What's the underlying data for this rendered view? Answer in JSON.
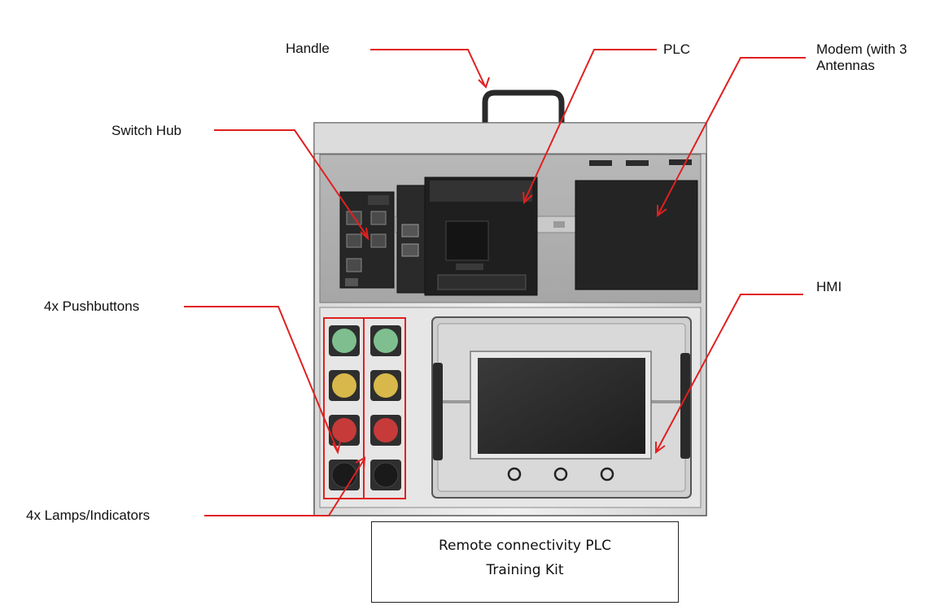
{
  "labels": {
    "handle": "Handle",
    "plc": "PLC",
    "modem_line1": "Modem (with 3",
    "modem_line2": "Antennas",
    "switch_hub": "Switch Hub",
    "pushbuttons": "4x Pushbuttons",
    "hmi": "HMI",
    "lamps": "4x Lamps/Indicators"
  },
  "caption": {
    "line1": "Remote connectivity PLC",
    "line2": "Training Kit"
  },
  "colors": {
    "callout": "#e02020",
    "button_green": "#7fbf8f",
    "button_yellow": "#d8b84a",
    "button_red": "#c63a3a",
    "button_black": "#1a1a1a"
  }
}
